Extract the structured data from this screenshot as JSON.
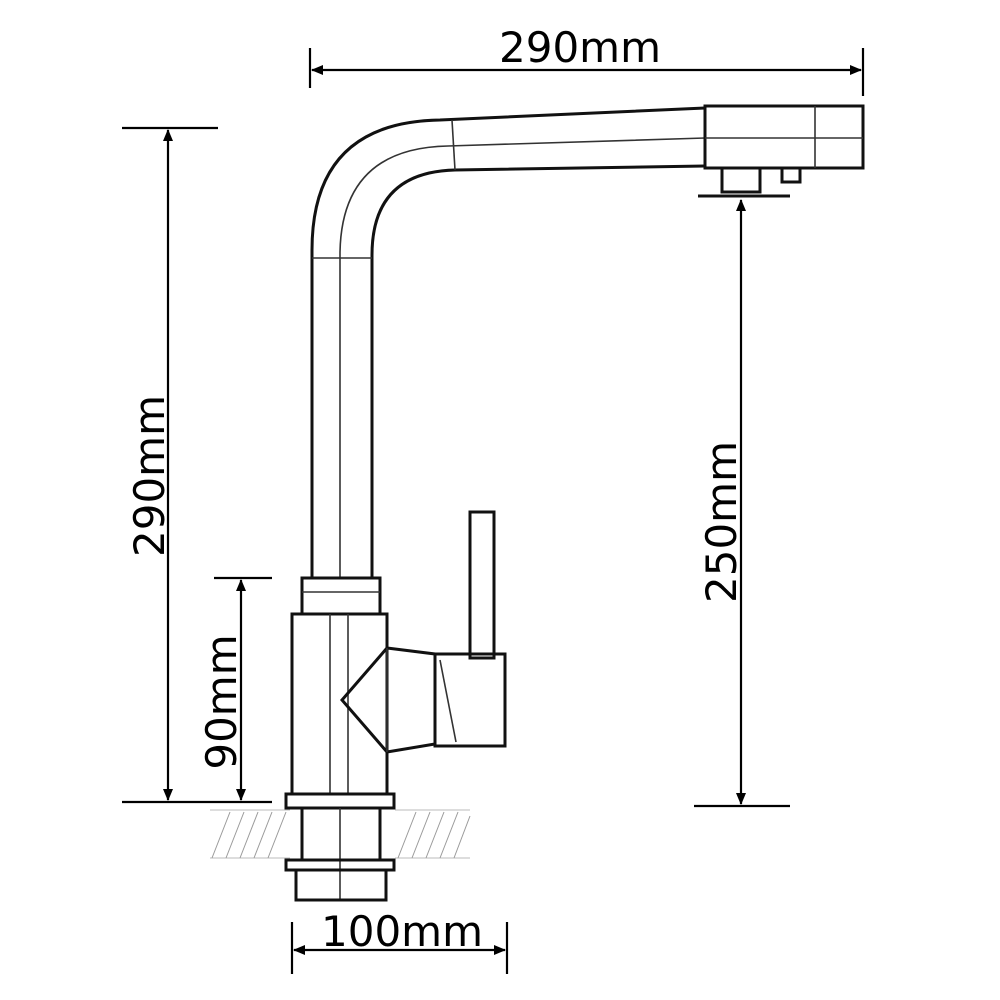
{
  "dimensions": {
    "top_width": "290mm",
    "total_height": "290mm",
    "body_height": "90mm",
    "spout_clearance": "250mm",
    "base_width": "100mm"
  },
  "colors": {
    "line": "#111111",
    "hatch": "#9a9a9a",
    "background": "#ffffff"
  }
}
